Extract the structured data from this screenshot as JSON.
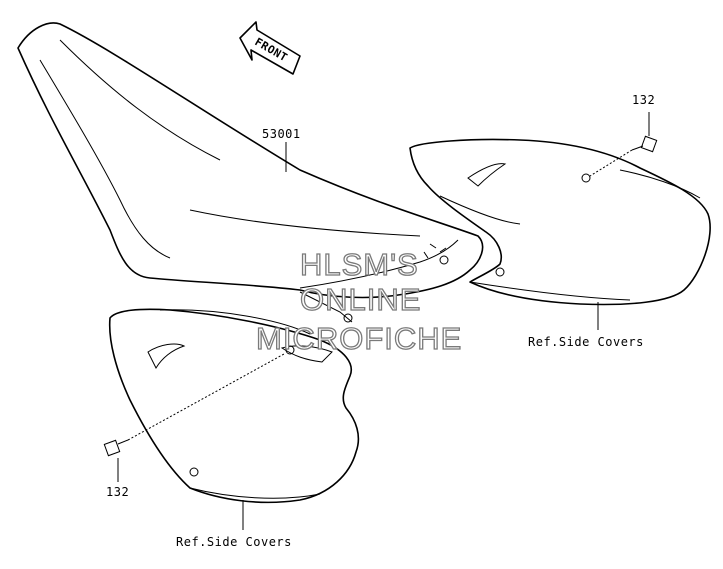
{
  "diagram": {
    "direction_arrow": {
      "text": "FRONT"
    },
    "labels": {
      "seat": "53001",
      "bolt_right": "132",
      "bolt_left": "132",
      "ref_right": "Ref.Side Covers",
      "ref_left": "Ref.Side Covers"
    },
    "watermark": [
      "HLSM'S",
      "ONLINE",
      "MICROFICHE"
    ]
  }
}
